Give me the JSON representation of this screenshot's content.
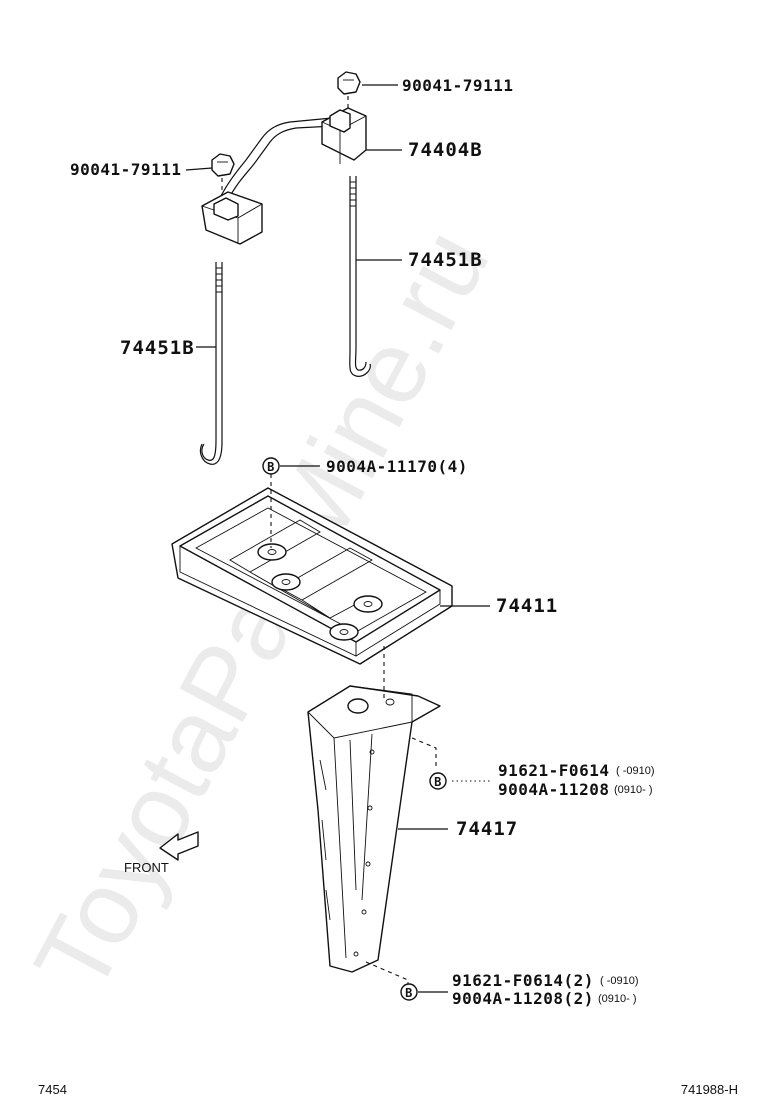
{
  "watermark": "ToyotaPartMine.ru",
  "callouts": {
    "nut_top": "90041-79111",
    "nut_left": "90041-79111",
    "clamp": "74404B",
    "rod_right": "74451B",
    "rod_left": "74451B",
    "bolt_tray": "9004A-11170(4)",
    "tray": "74411",
    "bracket": "74417",
    "bolt_mid_1": "91621-F0614",
    "bolt_mid_1_range": "(      -0910)",
    "bolt_mid_2": "9004A-11208",
    "bolt_mid_2_range": "(0910-      )",
    "bolt_low_1": "91621-F0614(2)",
    "bolt_low_1_range": "(      -0910)",
    "bolt_low_2": "9004A-11208(2)",
    "bolt_low_2_range": "(0910-      )"
  },
  "symbol_b": "B",
  "front_label": "FRONT",
  "footer": {
    "page_ref": "7454",
    "drawing_no": "741988-H"
  }
}
